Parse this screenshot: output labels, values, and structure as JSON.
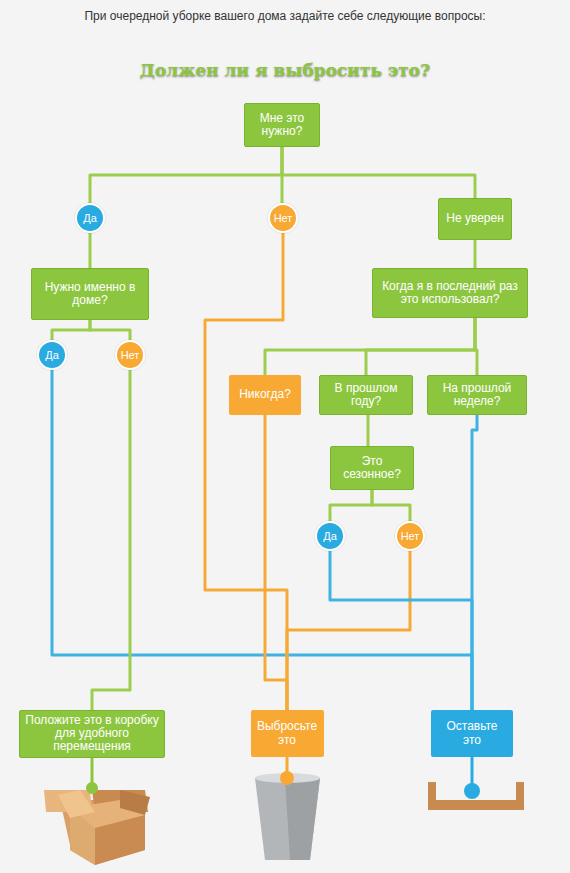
{
  "diagram": {
    "title": "Должен ли я выбросить это?",
    "nodes": [
      {
        "text": [
          "Мне это нужно?"
        ]
      },
      {
        "text": [
          "Да"
        ]
      },
      {
        "text": [
          "Нет"
        ]
      },
      {
        "text": [
          "Не уверен"
        ]
      },
      {
        "text": [
          "Нужно именно в доме?"
        ]
      },
      {
        "text": [
          "Когда я в последний раз это использовал?"
        ]
      },
      {
        "text": [
          "Да"
        ]
      },
      {
        "text": [
          "Нет"
        ]
      },
      {
        "text": [
          "Никогда?"
        ]
      },
      {
        "text": [
          "В прошлом году?"
        ]
      },
      {
        "text": [
          "На прошлой неделе?"
        ]
      },
      {
        "text": [
          "Это сезонное?"
        ]
      },
      {
        "text": [
          "Да"
        ]
      },
      {
        "text": [
          "Нет"
        ]
      },
      {
        "text": [
          "Положите это в коробку для удобного перемещения"
        ]
      },
      {
        "text": [
          "Выбросьте это"
        ]
      },
      {
        "text": [
          "Оставьте это"
        ]
      }
    ],
    "edges": [
      {
        "from": 0,
        "to": 1,
        "arrow": "none"
      },
      {
        "from": 0,
        "to": 2,
        "arrow": "none"
      },
      {
        "from": 0,
        "to": 3,
        "arrow": "none"
      },
      {
        "from": 1,
        "to": 4,
        "arrow": "none"
      },
      {
        "from": 4,
        "to": 6,
        "arrow": "none"
      },
      {
        "from": 4,
        "to": 7,
        "arrow": "none"
      },
      {
        "from": 3,
        "to": 5,
        "arrow": "none"
      },
      {
        "from": 5,
        "to": 8,
        "arrow": "none"
      },
      {
        "from": 5,
        "to": 9,
        "arrow": "none"
      },
      {
        "from": 5,
        "to": 10,
        "arrow": "none"
      },
      {
        "from": 9,
        "to": 11,
        "arrow": "none"
      },
      {
        "from": 11,
        "to": 12,
        "arrow": "none"
      },
      {
        "from": 11,
        "to": 13,
        "arrow": "none"
      },
      {
        "from": 6,
        "to": 16,
        "arrow": "none"
      },
      {
        "from": 7,
        "to": 14,
        "arrow": "none"
      },
      {
        "from": 2,
        "to": 15,
        "arrow": "none"
      },
      {
        "from": 8,
        "to": 15,
        "arrow": "none"
      },
      {
        "from": 13,
        "to": 15,
        "arrow": "none"
      },
      {
        "from": 12,
        "to": 16,
        "arrow": "none"
      },
      {
        "from": 10,
        "to": 16,
        "arrow": "none"
      }
    ],
    "labels": [
      "При очередной уборке вашего дома задайте себе следующие вопросы:"
    ]
  }
}
